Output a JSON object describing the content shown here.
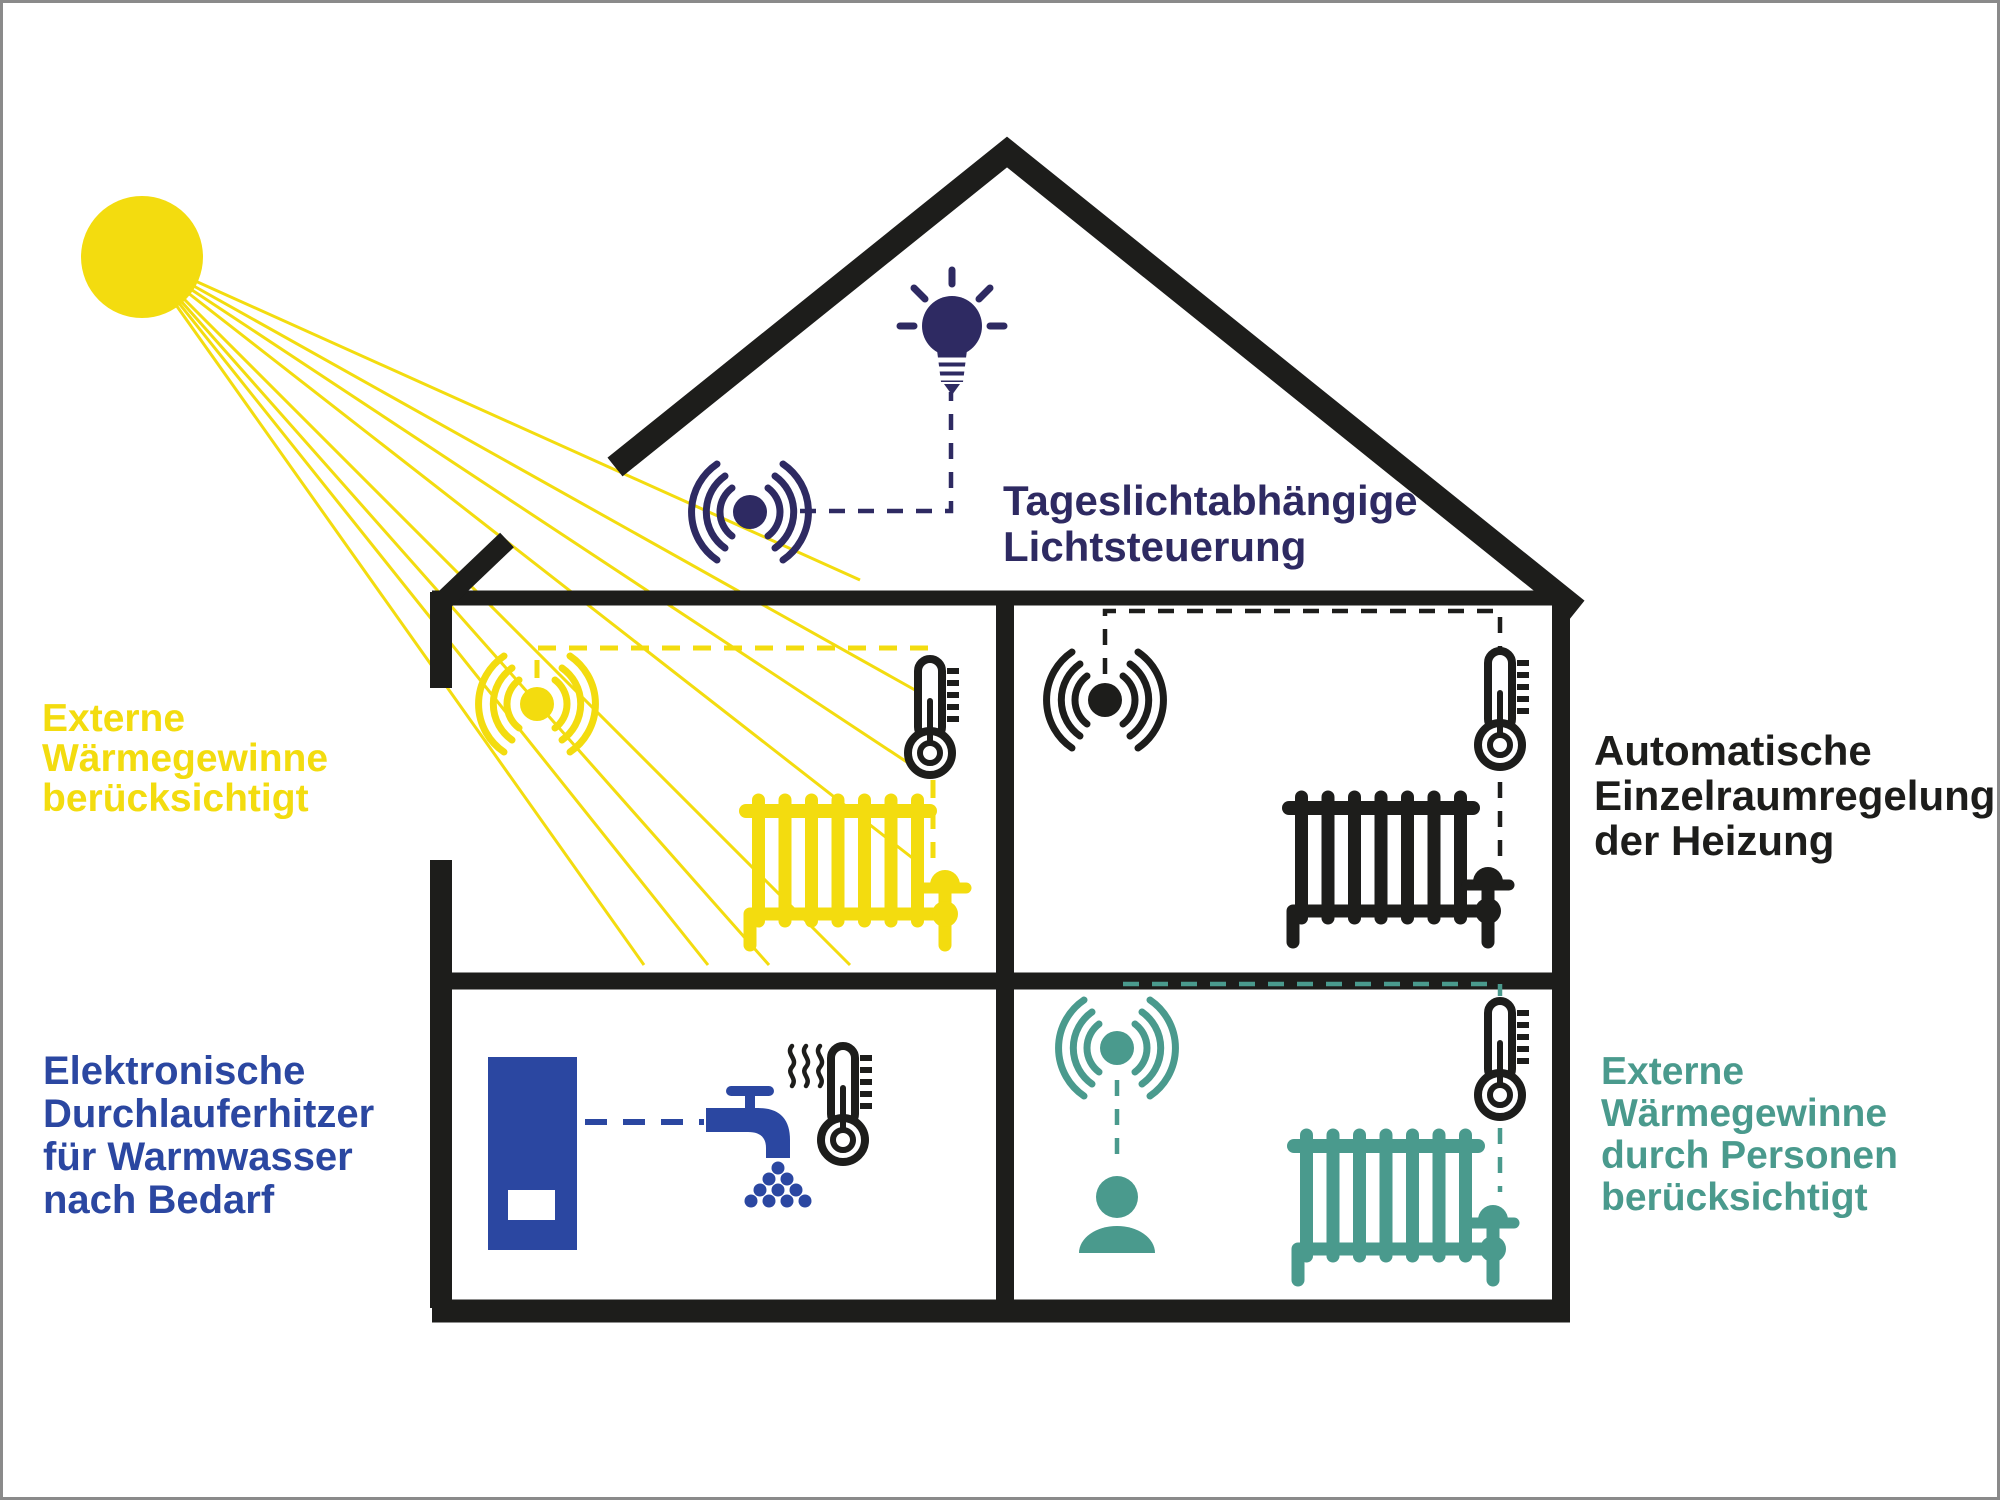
{
  "diagram_title_visible": false,
  "labels": {
    "daylight": {
      "lines": [
        "Tageslichtabhängige",
        "Lichtsteuerung"
      ],
      "color": "#2e2a62"
    },
    "external_heat": {
      "lines": [
        "Externe",
        "Wärmegewinne",
        "berücksichtigt"
      ],
      "color": "#f3dc0f"
    },
    "auto_room_control": {
      "lines": [
        "Automatische",
        "Einzelraumregelung",
        "der Heizung"
      ],
      "color": "#1d1d1b"
    },
    "water_heater": {
      "lines": [
        "Elektronische",
        "Durchlauferhitzer",
        "für Warmwasser",
        "nach Bedarf"
      ],
      "color": "#2b47a1"
    },
    "person_heat": {
      "lines": [
        "Externe",
        "Wärmegewinne",
        "durch Personen",
        "berücksichtigt"
      ],
      "color": "#4a9a8d"
    }
  },
  "colors": {
    "house_outline": "#1d1d1b",
    "sun_yellow": "#f3dc0f",
    "navy": "#2e2a62",
    "blue": "#2b47a1",
    "teal": "#4a9a8d",
    "background": "#ffffff",
    "frame_gray": "#8a8a8a"
  },
  "icons": {
    "sun": "#f3dc0f",
    "sun-rays": "#f3dc0f",
    "light-bulb": "#2e2a62",
    "daylight-sensor": "#2e2a62",
    "sunlight-sensor": "#f3dc0f",
    "room-sensor": "#1d1d1b",
    "presence-sensor": "#4a9a8d",
    "thermometer": "#1d1d1b",
    "radiator-yellow": "#f3dc0f",
    "radiator-black": "#1d1d1b",
    "radiator-teal": "#4a9a8d",
    "water-heater-boiler": "#2b47a1",
    "faucet": "#2b47a1",
    "water-drops": "#2b47a1",
    "steam": "#1d1d1b",
    "person": "#4a9a8d"
  }
}
